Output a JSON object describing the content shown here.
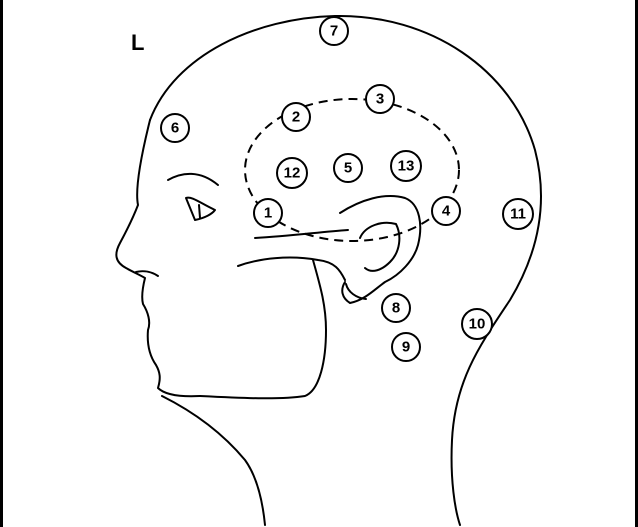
{
  "diagram": {
    "side_label": "L",
    "points": [
      "1",
      "2",
      "3",
      "4",
      "5",
      "6",
      "7",
      "8",
      "9",
      "10",
      "11",
      "12",
      "13"
    ]
  }
}
